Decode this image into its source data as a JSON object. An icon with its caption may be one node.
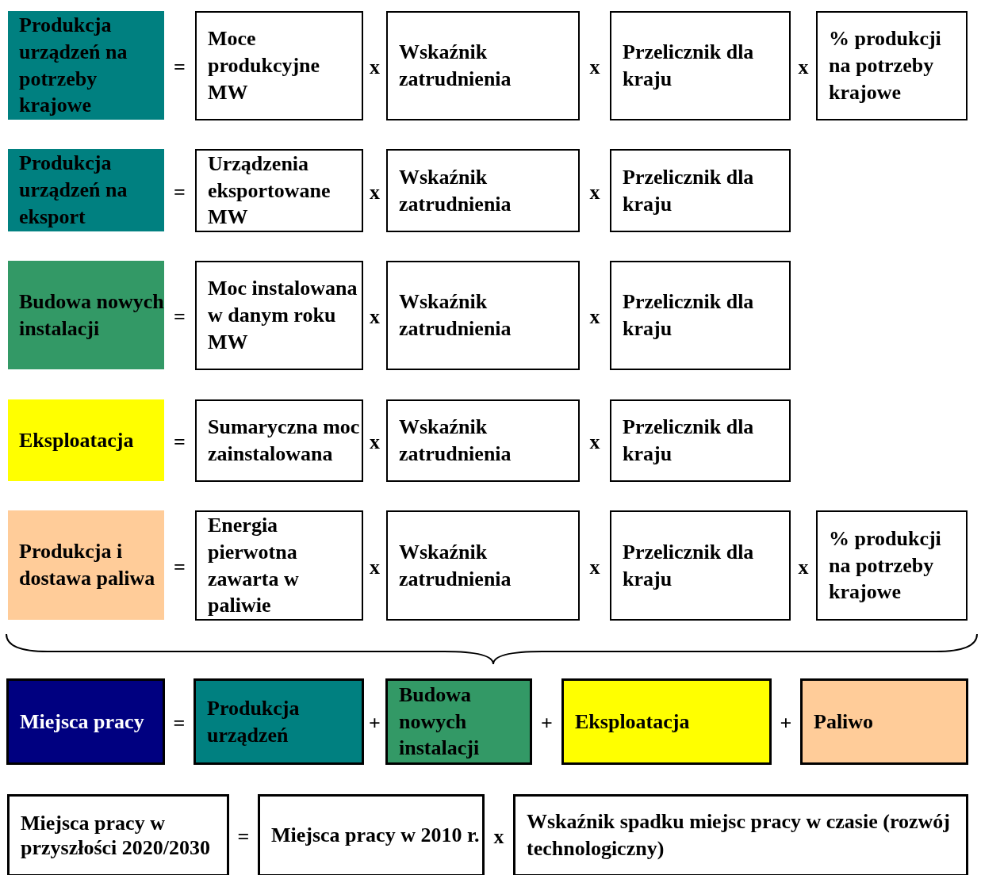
{
  "diagram": {
    "nodes": [
      {
        "text": [
          "Produkcja urządzeń na potrzeby krajowe"
        ]
      },
      {
        "text": [
          "Moce produkcyjne MW"
        ]
      },
      {
        "text": [
          "Wskaźnik zatrudnienia"
        ]
      },
      {
        "text": [
          "Przelicznik dla kraju"
        ]
      },
      {
        "text": [
          "% produkcji na potrzeby krajowe"
        ]
      },
      {
        "text": [
          "Produkcja urządzeń na eksport"
        ]
      },
      {
        "text": [
          "Urządzenia eksportowane MW"
        ]
      },
      {
        "text": [
          "Wskaźnik zatrudnienia"
        ]
      },
      {
        "text": [
          "Przelicznik dla kraju"
        ]
      },
      {
        "text": [
          "Budowa nowych instalacji"
        ]
      },
      {
        "text": [
          "Moc instalowana w danym roku MW"
        ]
      },
      {
        "text": [
          "Wskaźnik zatrudnienia"
        ]
      },
      {
        "text": [
          "Przelicznik dla kraju"
        ]
      },
      {
        "text": [
          "Eksploatacja"
        ]
      },
      {
        "text": [
          "Sumaryczna moc zainstalowana"
        ]
      },
      {
        "text": [
          "Wskaźnik zatrudnienia"
        ]
      },
      {
        "text": [
          "Przelicznik dla kraju"
        ]
      },
      {
        "text": [
          "Produkcja i dostawa paliwa"
        ]
      },
      {
        "text": [
          "Energia pierwotna zawarta w paliwie"
        ]
      },
      {
        "text": [
          "Wskaźnik zatrudnienia"
        ]
      },
      {
        "text": [
          "Przelicznik dla kraju"
        ]
      },
      {
        "text": [
          "% produkcji na potrzeby krajowe"
        ]
      },
      {
        "text": [
          "Miejsca pracy"
        ]
      },
      {
        "text": [
          "Produkcja urządzeń"
        ]
      },
      {
        "text": [
          "Budowa nowych instalacji"
        ]
      },
      {
        "text": [
          "Eksploatacja"
        ]
      },
      {
        "text": [
          "Paliwo"
        ]
      },
      {
        "text": [
          "Miejsca pracy w przyszłości 2020/2030"
        ]
      },
      {
        "text": [
          "Miejsca pracy w 2010 r."
        ]
      },
      {
        "text": [
          "Wskaźnik spadku miejsc pracy w czasie (rozwój technologiczny)"
        ]
      }
    ],
    "labels": [
      "=",
      "x",
      "x",
      "x",
      "=",
      "x",
      "x",
      "=",
      "x",
      "x",
      "=",
      "x",
      "x",
      "=",
      "x",
      "x",
      "x",
      "=",
      "+",
      "+",
      "+",
      "=",
      "x"
    ]
  }
}
